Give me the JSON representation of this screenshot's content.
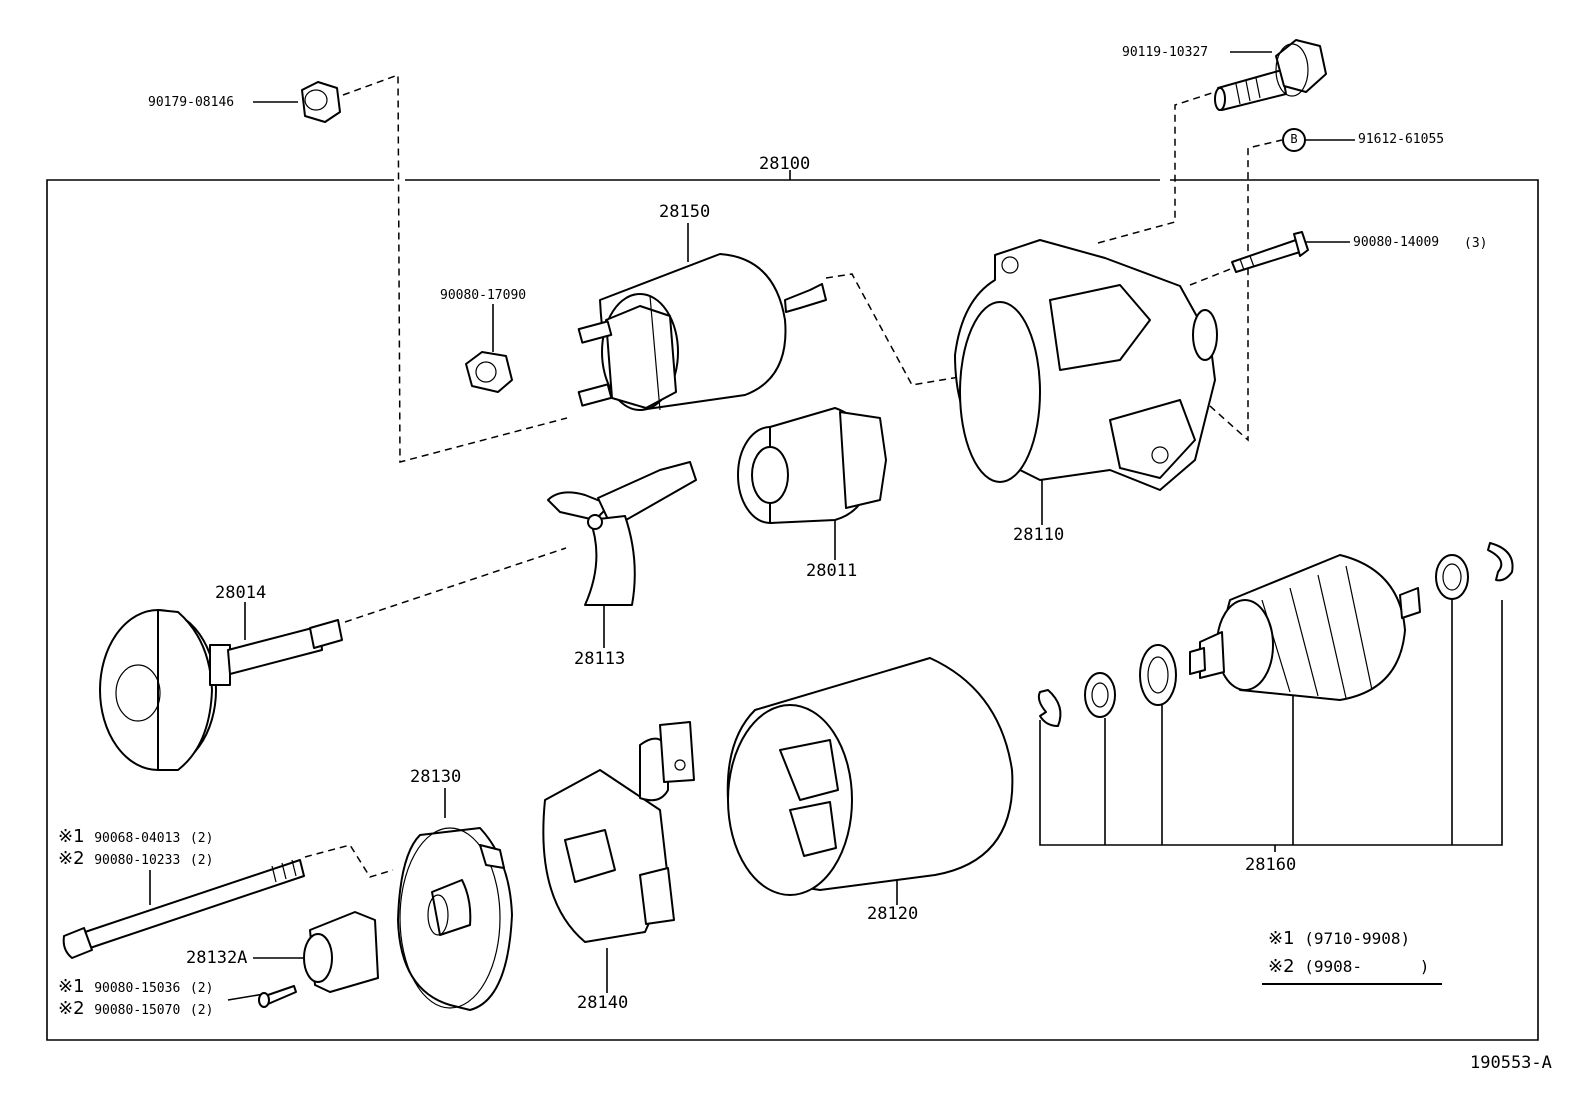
{
  "assembly_label": "28100",
  "parts": [
    {
      "id": "nut-top",
      "number": "90179-08146"
    },
    {
      "id": "bolt-top",
      "number": "90119-10327"
    },
    {
      "id": "bolt-b",
      "marker": "B",
      "number": "91612-61055"
    },
    {
      "id": "stud-bolt",
      "number": "90080-14009",
      "qty": "(3)"
    },
    {
      "id": "solenoid",
      "number": "28150"
    },
    {
      "id": "nut-solenoid",
      "number": "90080-17090"
    },
    {
      "id": "housing",
      "number": "28110"
    },
    {
      "id": "clutch",
      "number": "28011"
    },
    {
      "id": "lever",
      "number": "28113"
    },
    {
      "id": "gear-shaft",
      "number": "28014"
    },
    {
      "id": "yoke",
      "number": "28120"
    },
    {
      "id": "armature",
      "number": "28160"
    },
    {
      "id": "end-frame",
      "number": "28130"
    },
    {
      "id": "brush-holder",
      "number": "28140"
    },
    {
      "id": "cover",
      "number": "28132A"
    },
    {
      "id": "through-bolt",
      "lines": [
        {
          "mark": "※1",
          "number": "90068-04013",
          "qty": "(2)"
        },
        {
          "mark": "※2",
          "number": "90080-10233",
          "qty": "(2)"
        }
      ]
    },
    {
      "id": "screw",
      "lines": [
        {
          "mark": "※1",
          "number": "90080-15036",
          "qty": "(2)"
        },
        {
          "mark": "※2",
          "number": "90080-15070",
          "qty": "(2)"
        }
      ]
    }
  ],
  "legend": [
    {
      "mark": "※1",
      "range": "(9710-9908)"
    },
    {
      "mark": "※2",
      "range": "(9908-      )"
    }
  ],
  "diagram_ref": "190553-A"
}
